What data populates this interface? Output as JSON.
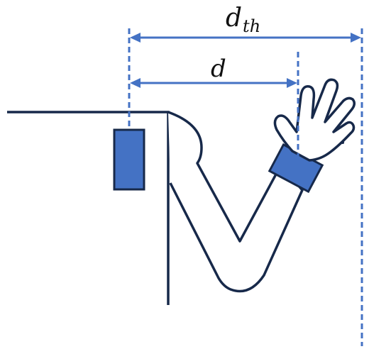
{
  "labels": {
    "d_th_main": "d",
    "d_th_sub": "th",
    "d": "d"
  },
  "colors": {
    "outline": "#17294a",
    "accent": "#4472c4",
    "background": "#ffffff"
  },
  "icons": {
    "sensor": "rectangle",
    "wristband": "rectangle",
    "hand": "open-hand-outline"
  }
}
